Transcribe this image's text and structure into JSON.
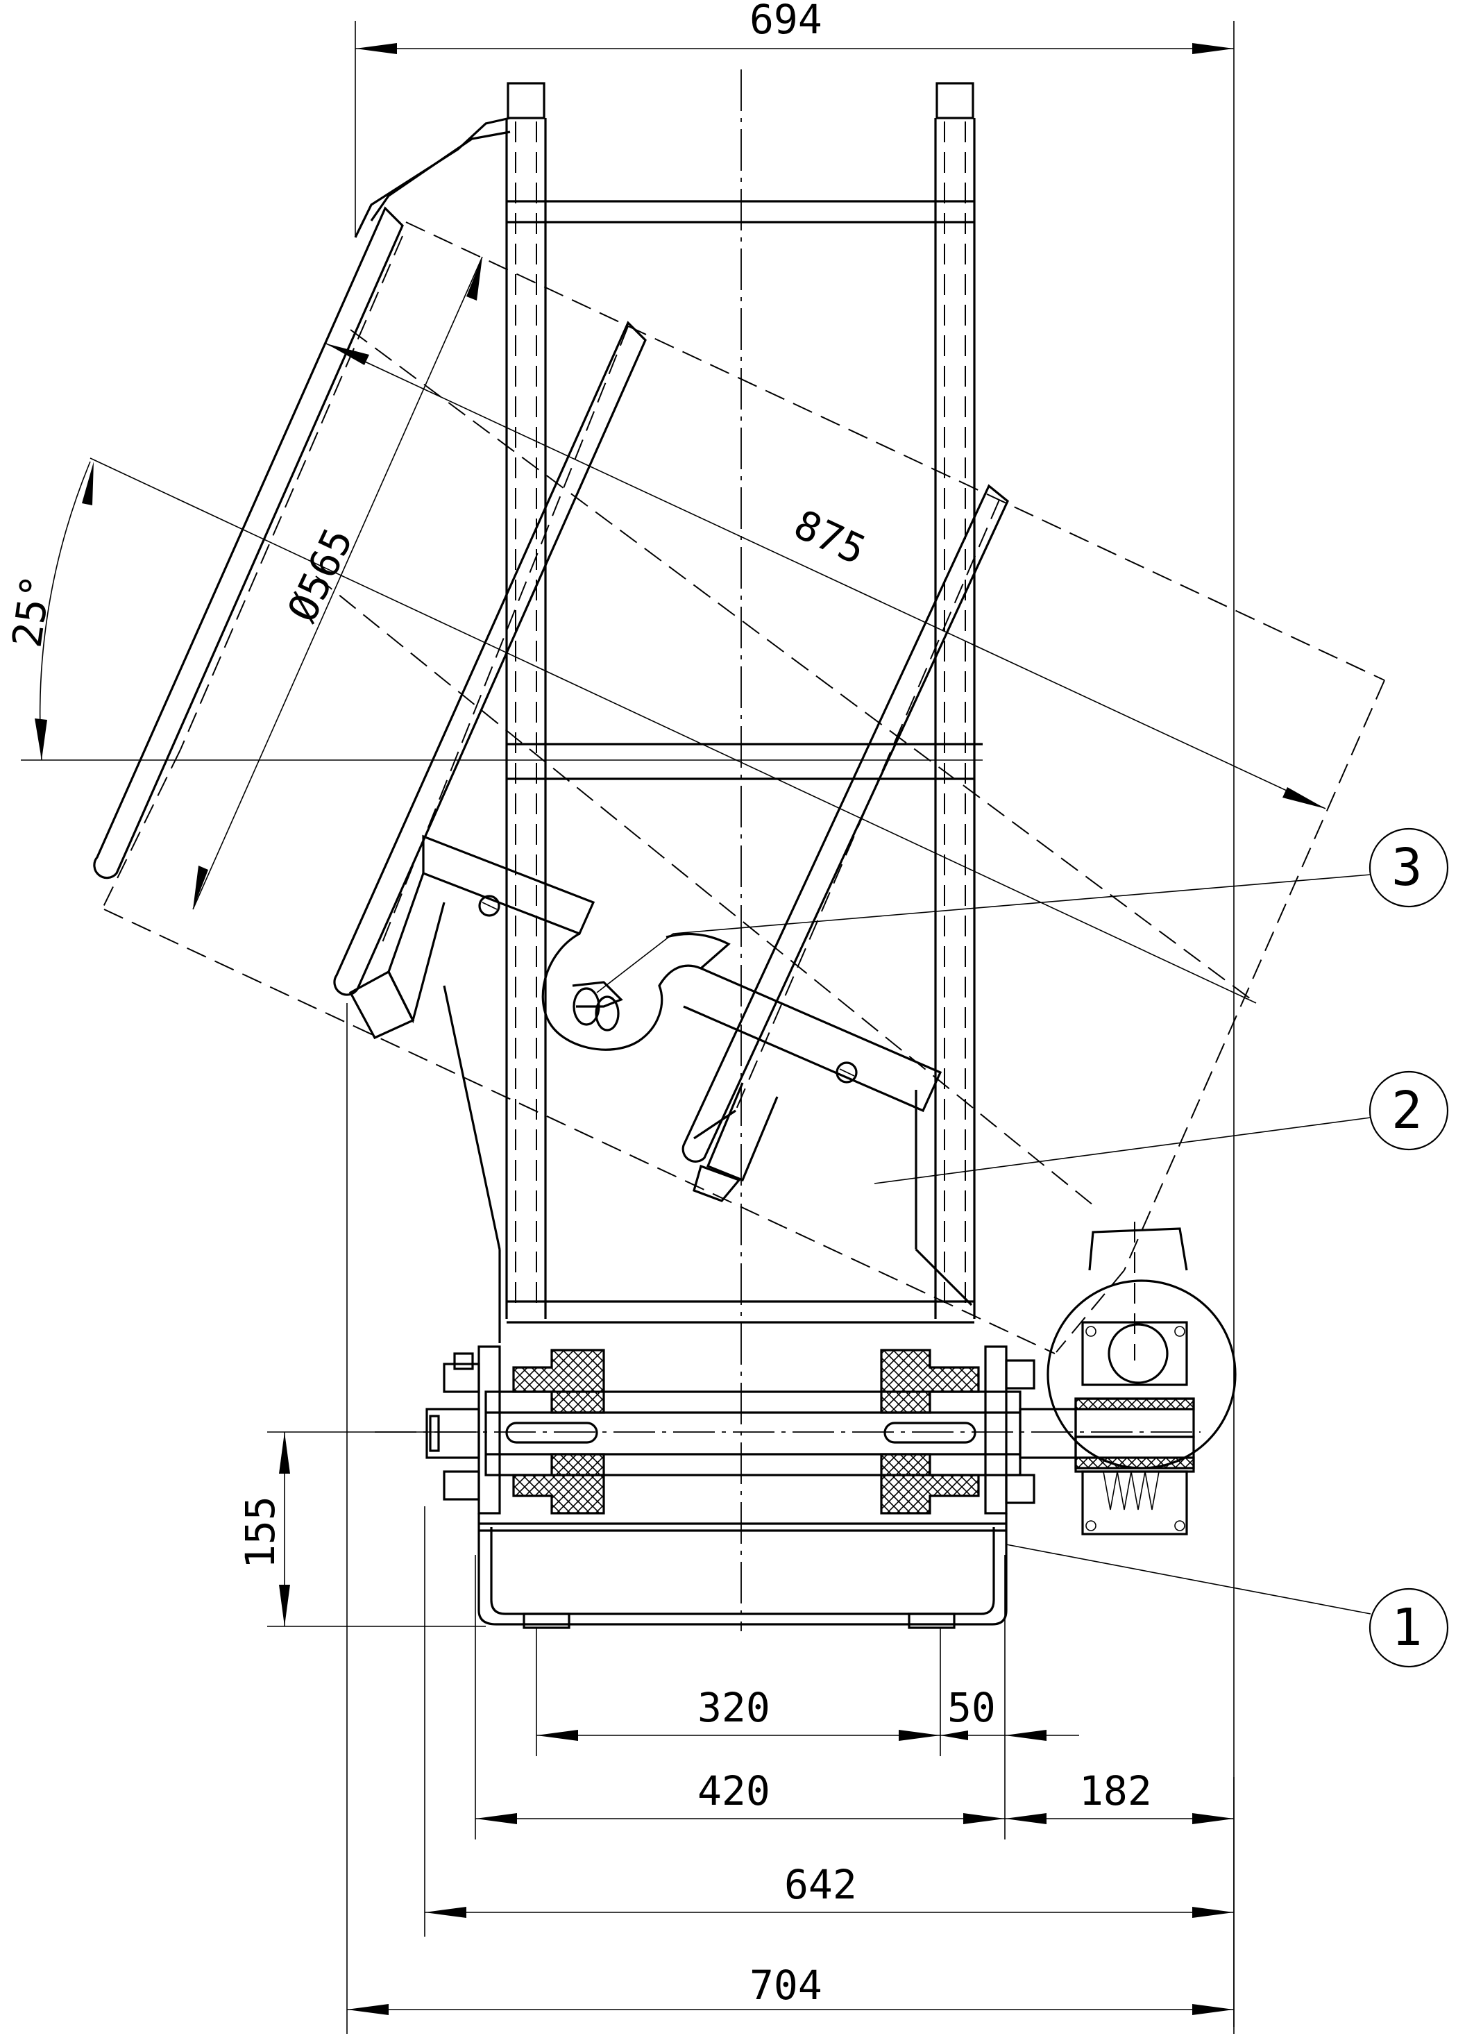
{
  "dimensions": {
    "top_width": "694",
    "tilt_angle": "25°",
    "drum_diameter": "Ø565",
    "drum_length": "875",
    "axle_height": "155",
    "foot_spacing": "320",
    "foot_offset": "50",
    "base_length": "420",
    "motor_overhang": "182",
    "overall_642": "642",
    "overall_704": "704"
  },
  "callouts": {
    "part_1": "1",
    "part_2": "2",
    "part_3": "3"
  }
}
